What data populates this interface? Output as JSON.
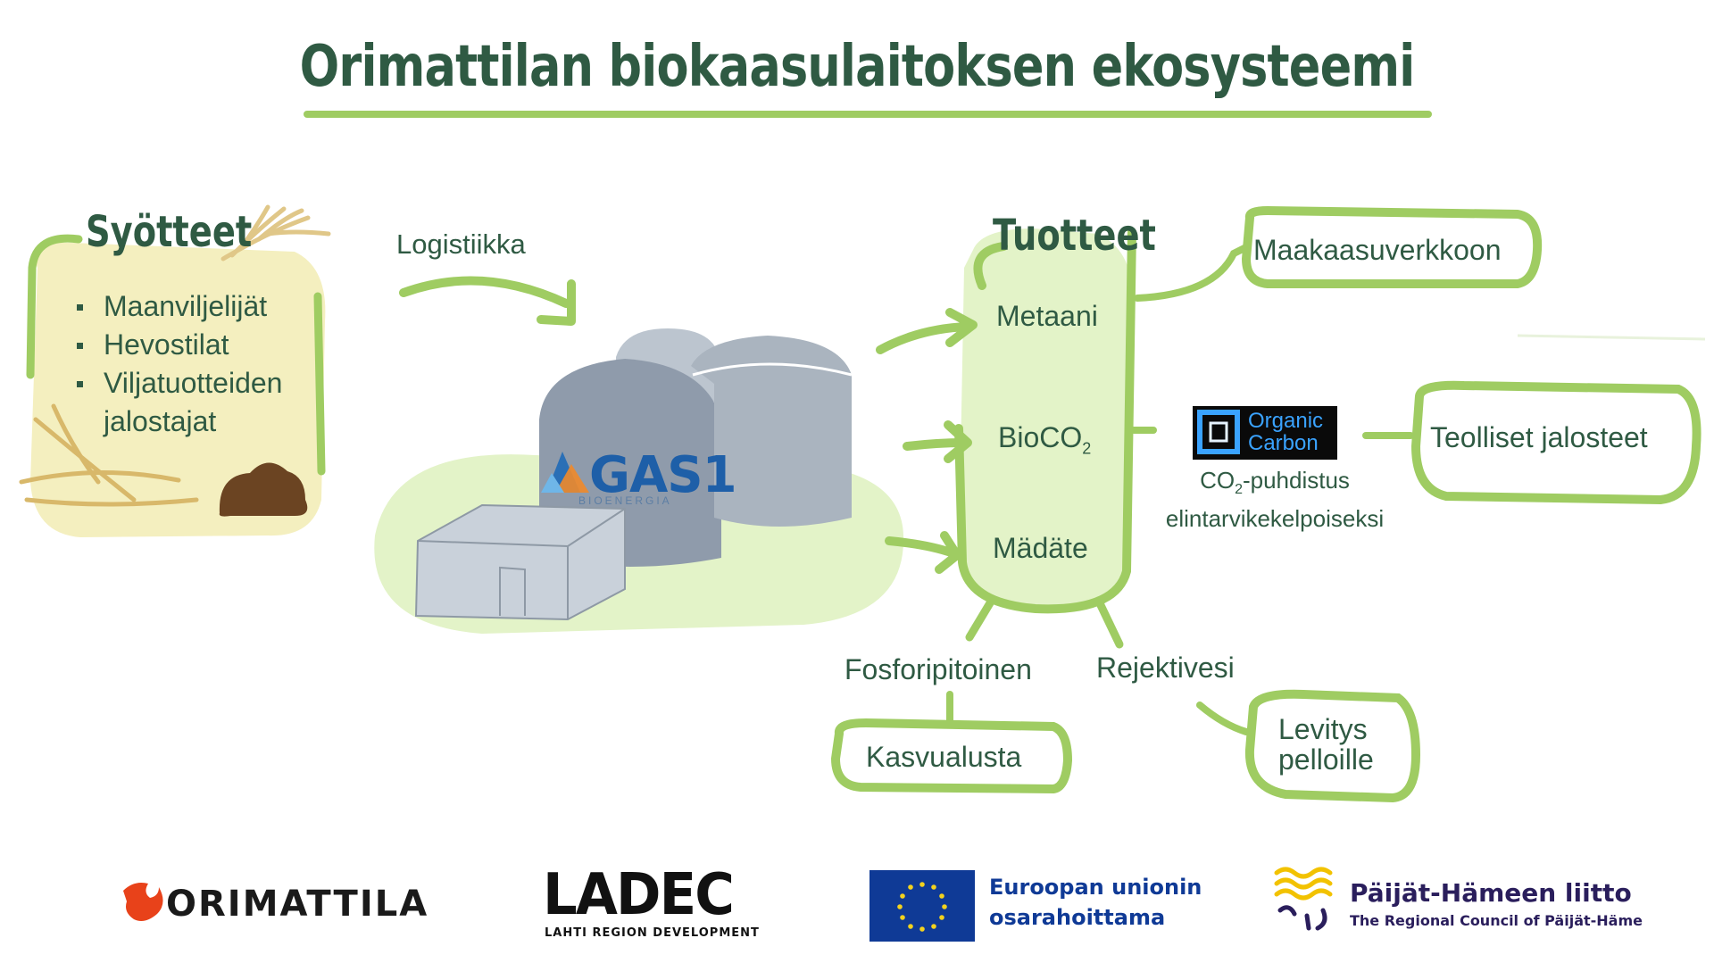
{
  "title": "Orimattilan biokaasulaitoksen ekosysteemi",
  "inputs": {
    "heading": "Syötteet",
    "items": [
      "Maanviljelijät",
      "Hevostilat",
      "Viljatuotteiden jalostajat"
    ]
  },
  "logistics_label": "Logistiikka",
  "plant_logo": {
    "name": "GAS1",
    "sub": "BIOENERGIA"
  },
  "products": {
    "heading": "Tuotteet",
    "methane": "Metaani",
    "bioco2_main": "BioCO",
    "bioco2_sub": "2",
    "digestate": "Mädäte"
  },
  "outputs": {
    "gas_grid": "Maakaasuverkkoon",
    "industrial": "Teolliset jalosteet",
    "co2_note_pre": "CO",
    "co2_note_sub": "2",
    "co2_note_line1_rest": "-puhdistus",
    "co2_note_line2": "elintarvikekelpoiseksi",
    "phosphorus": "Fosforipitoinen",
    "growing_medium": "Kasvualusta",
    "reject_water": "Rejektivesi",
    "spreading_line1": "Levitys",
    "spreading_line2": "pelloille"
  },
  "organic_carbon_logo": {
    "line1": "Organic",
    "line2": "Carbon"
  },
  "footer": {
    "orimattila": "ORIMATTILA",
    "ladec": "LADEC",
    "ladec_sub": "LAHTI REGION DEVELOPMENT",
    "eu_line1": "Euroopan unionin",
    "eu_line2": "osarahoittama",
    "ph_line1": "Päijät-Hämeen liitto",
    "ph_line2": "The Regional Council of Päijät-Häme"
  },
  "colors": {
    "heading_green": "#2f5a43",
    "stroke_green": "#9fcc62",
    "blob_light_green": "#e3f3c8",
    "inputs_yellow": "#f4efbf",
    "tank_gray": "#8f9bab",
    "eu_blue": "#0f3a96"
  }
}
